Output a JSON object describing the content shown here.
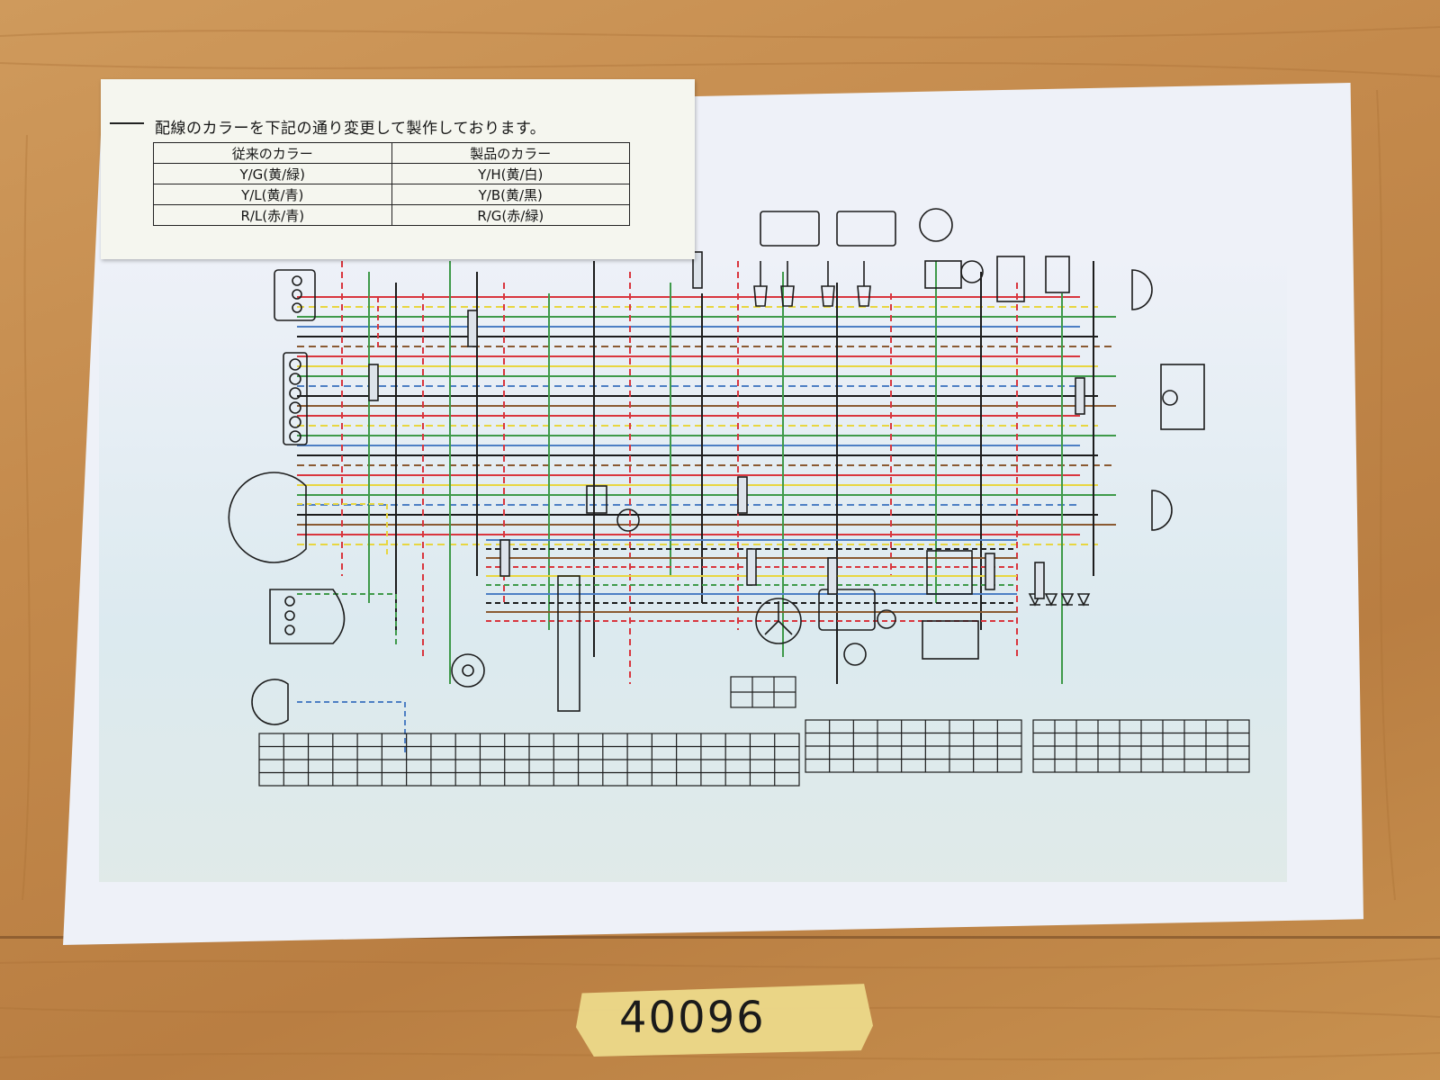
{
  "notice": {
    "text": "配線のカラーを下記の通り変更して製作しております。"
  },
  "color_table": {
    "headers": [
      "従来のカラー",
      "製品のカラー"
    ],
    "rows": [
      [
        "Y/G(黄/緑)",
        "Y/H(黄/白)"
      ],
      [
        "Y/L(黄/青)",
        "Y/B(黄/黒)"
      ],
      [
        "R/L(赤/青)",
        "R/G(赤/緑)"
      ]
    ]
  },
  "tape_label": "40096",
  "colors": {
    "red": "#d9363e",
    "yellow": "#e8d640",
    "green": "#3f9a4a",
    "blue": "#4d7fc4",
    "black": "#1c1c1c",
    "brown": "#8a5a32",
    "table_wood": "#c48a4c",
    "tape": "#ecd98a"
  }
}
